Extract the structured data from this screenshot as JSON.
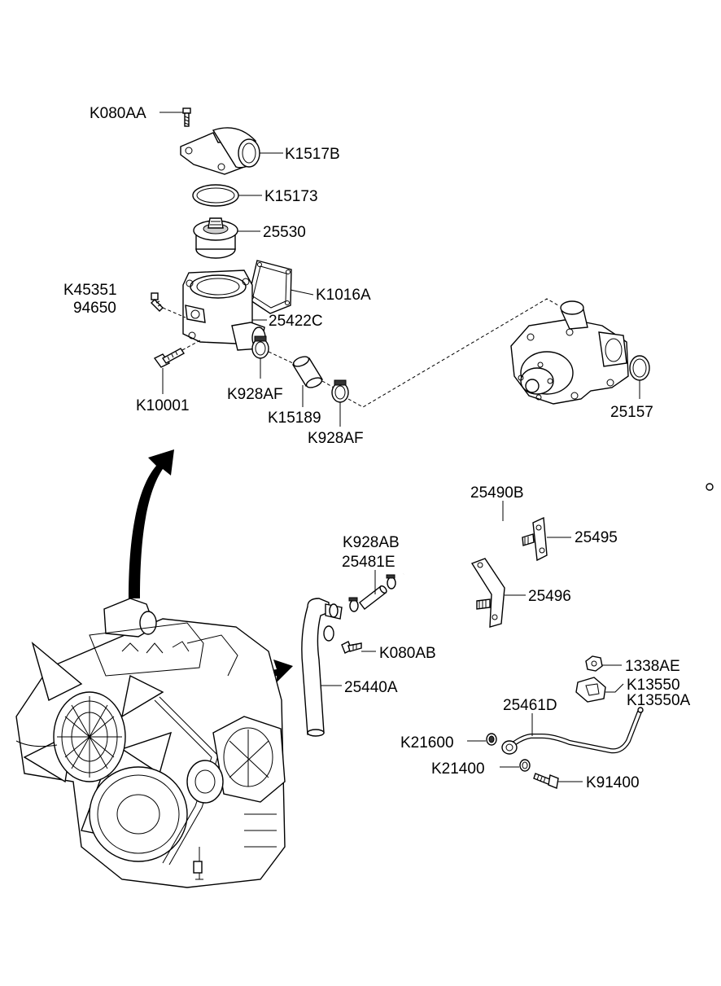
{
  "labels": {
    "k080aa": "K080AA",
    "k1517b": "K1517B",
    "k15173": "K15173",
    "p25530": "25530",
    "k45351": "K45351",
    "p94650": "94650",
    "k1016a": "K1016A",
    "p25422c": "25422C",
    "k10001": "K10001",
    "k928af_1": "K928AF",
    "k15189": "K15189",
    "k928af_2": "K928AF",
    "p25157": "25157",
    "p25490b": "25490B",
    "k928ab": "K928AB",
    "p25481e": "25481E",
    "p25495": "25495",
    "p25496": "25496",
    "k080ab": "K080AB",
    "p25440a": "25440A",
    "p1338ae": "1338AE",
    "k13550": "K13550",
    "k13550a": "K13550A",
    "p25461d": "25461D",
    "k21600": "K21600",
    "k21400": "K21400",
    "k91400": "K91400"
  },
  "icons": {
    "arrow_up": "curved-arrow-up-icon",
    "arrow_right": "curved-arrow-right-icon"
  }
}
